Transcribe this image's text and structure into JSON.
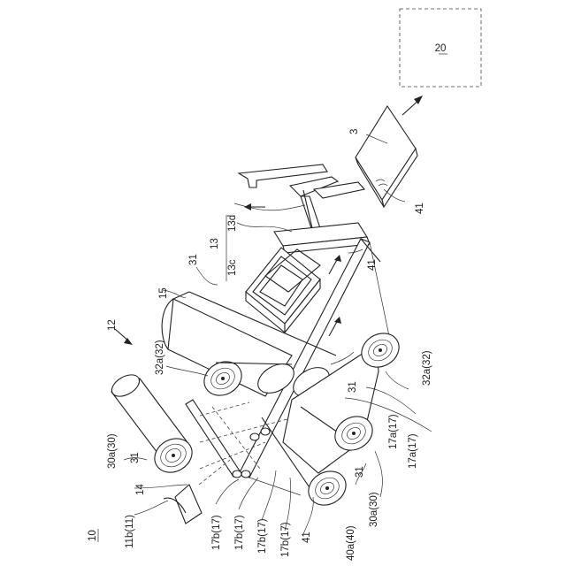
{
  "figure": {
    "labels": {
      "system": "10",
      "apparatus": "12",
      "device_group": "13",
      "device_c": "13c",
      "device_d": "13d",
      "conveyor": "15",
      "unit": "14",
      "ref_3": "3",
      "controller": "20",
      "web_31_a": "31",
      "web_31_b": "31",
      "web_31_c": "31",
      "web_31_d": "31",
      "belt_41_a": "41",
      "belt_41_b": "41",
      "belt_41_c": "41",
      "roll_11b": "11b(11)",
      "roll_30a_top": "30a(30)",
      "roll_30a_bottom": "30a(30)",
      "roll_32a_top": "32a(32)",
      "roll_32a_right": "32a(32)",
      "roll_40a": "40a(40)",
      "roller_17a_1": "17a(17)",
      "roller_17a_2": "17a(17)",
      "roller_17b_1": "17b(17)",
      "roller_17b_2": "17b(17)",
      "roller_17b_3": "17b(17)",
      "roller_17b_4": "17b(17)"
    }
  }
}
